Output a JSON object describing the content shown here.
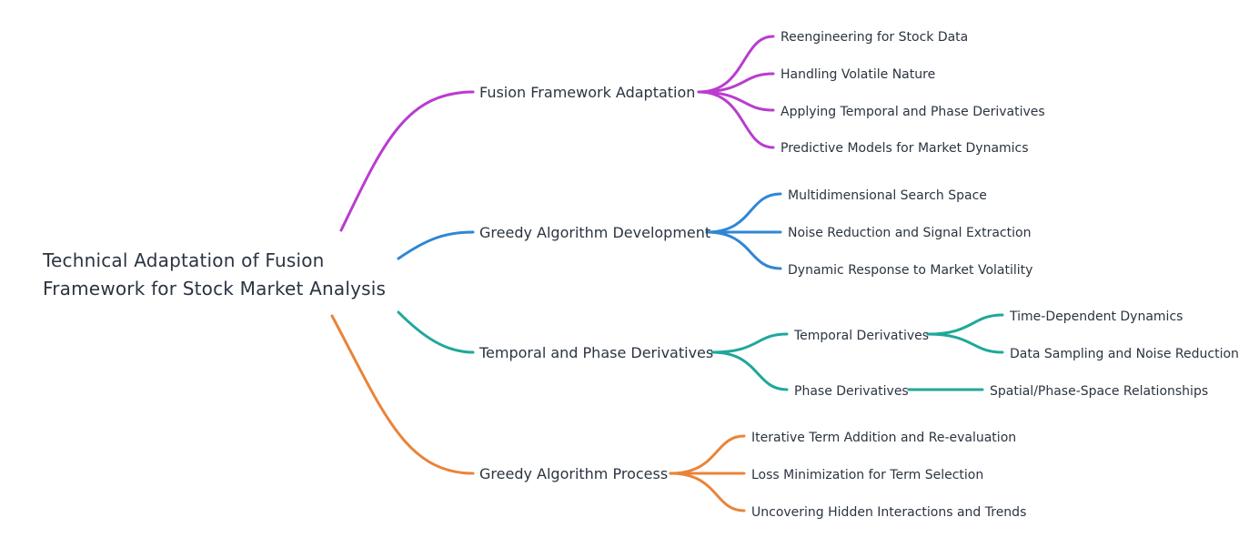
{
  "root": {
    "line1": "Technical Adaptation of Fusion",
    "line2": "Framework for Stock Market Analysis"
  },
  "branches": [
    {
      "label": "Fusion Framework Adaptation",
      "color": "#b93ccf",
      "children": [
        {
          "label": "Reengineering for Stock Data"
        },
        {
          "label": "Handling Volatile Nature"
        },
        {
          "label": "Applying Temporal and Phase Derivatives"
        },
        {
          "label": "Predictive Models for Market Dynamics"
        }
      ]
    },
    {
      "label": "Greedy Algorithm Development",
      "color": "#2f86d4",
      "children": [
        {
          "label": "Multidimensional Search Space"
        },
        {
          "label": "Noise Reduction and Signal Extraction"
        },
        {
          "label": "Dynamic Response to Market Volatility"
        }
      ]
    },
    {
      "label": "Temporal and Phase Derivatives",
      "color": "#1fa89a",
      "children": [
        {
          "label": "Temporal Derivatives",
          "children": [
            {
              "label": "Time-Dependent Dynamics"
            },
            {
              "label": "Data Sampling and Noise Reduction"
            }
          ]
        },
        {
          "label": "Phase Derivatives",
          "children": [
            {
              "label": "Spatial/Phase-Space Relationships"
            }
          ]
        }
      ]
    },
    {
      "label": "Greedy Algorithm Process",
      "color": "#e8843a",
      "children": [
        {
          "label": "Iterative Term Addition and Re-evaluation"
        },
        {
          "label": "Loss Minimization for Term Selection"
        },
        {
          "label": "Uncovering Hidden Interactions and Trends"
        }
      ]
    }
  ]
}
